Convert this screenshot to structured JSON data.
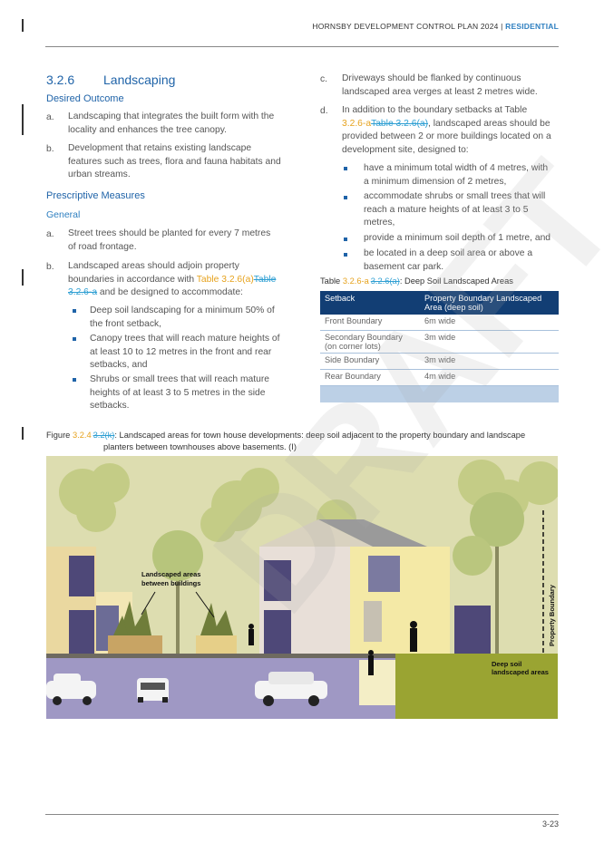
{
  "header": {
    "title": "HORNSBY DEVELOPMENT CONTROL PLAN 2024",
    "sep": " | ",
    "section": "RESIDENTIAL"
  },
  "section": {
    "number": "3.2.6",
    "title": "Landscaping"
  },
  "desired": {
    "heading": "Desired Outcome",
    "items": [
      {
        "letter": "a.",
        "lines": [
          "Landscaping that integrates the built form with the",
          "locality and enhances the tree canopy."
        ]
      },
      {
        "letter": "b.",
        "lines": [
          "Development that retains existing landscape",
          "features such as trees, flora and fauna habitats and",
          "urban streams."
        ]
      }
    ]
  },
  "prescriptive": {
    "heading": "Prescriptive Measures",
    "subheading": "General",
    "a": {
      "letter": "a.",
      "lines": [
        "Street trees should be planted for every 7 metres",
        "of road frontage."
      ]
    },
    "b": {
      "letter": "b.",
      "line1": "Landscaped areas should adjoin property",
      "line2_pre": "boundaries in accordance with ",
      "line2_new": "Table 3.2.6(a)",
      "line2_old": "Table",
      "line3_old": "3.2.6-a",
      "line3_post": " and be designed to accommodate:",
      "bullets": [
        [
          "Deep soil landscaping for a minimum 50% of",
          "the front setback,"
        ],
        [
          "Canopy trees that will reach mature heights of",
          "at least 10 to 12 metres in the front and rear",
          "setbacks, and"
        ],
        [
          "Shrubs or small trees that will reach mature",
          "heights of at least 3 to 5 metres in the side",
          "setbacks."
        ]
      ]
    },
    "c": {
      "letter": "c.",
      "lines": [
        "Driveways should be flanked by continuous",
        "landscaped area verges at least 2 metres wide."
      ]
    },
    "d": {
      "letter": "d.",
      "line1": "In addition to the boundary setbacks at Table",
      "line2_new": "3.2.6-a",
      "line2_old": "Table 3.2.6(a)",
      "line2_post": ", landscaped areas should be",
      "line3": "provided between 2 or more buildings located on a",
      "line4": "development site, designed to:",
      "bullets": [
        [
          "have a minimum total width of 4 metres, with",
          "a minimum dimension of 2 metres,"
        ],
        [
          "accommodate shrubs or small trees that will",
          "reach a mature heights of at least 3 to 5",
          "metres,"
        ],
        [
          "provide a minimum soil depth of 1 metre, and"
        ],
        [
          "be located in a deep soil area or above a",
          "basement car park."
        ]
      ]
    }
  },
  "table": {
    "caption_pre": "Table ",
    "caption_new": "3.2.6-a",
    "caption_old": "3.2.6(a)",
    "caption_post": ": Deep Soil Landscaped Areas",
    "headers": [
      "Setback",
      "Property Boundary Landscaped Area (deep soil)"
    ],
    "rows": [
      [
        "Front Boundary",
        "6m wide"
      ],
      [
        "Secondary Boundary (on corner lots)",
        "3m wide"
      ],
      [
        "Side Boundary",
        "3m wide"
      ],
      [
        "Rear Boundary",
        "4m wide"
      ]
    ]
  },
  "figure": {
    "caption_pre": "Figure ",
    "caption_new": "3.2.4",
    "caption_old": "3.2(k)",
    "caption_line1": ": Landscaped areas for town house developments: deep soil adjacent to the property boundary and landscape",
    "caption_line2": "planters between townhouses above basements. (I)",
    "label_between_1": "Landscaped areas",
    "label_between_2": "between buildings",
    "label_boundary": "Property Boundary",
    "label_deep_1": "Deep soil",
    "label_deep_2": "landscaped areas"
  },
  "watermark": "DRAFT",
  "footer": {
    "page": "3-23"
  },
  "colors": {
    "heading_blue": "#1f63a8",
    "table_header": "#123e74",
    "insert_orange": "#e6a21d",
    "delete_blue": "#2e9fd3"
  }
}
